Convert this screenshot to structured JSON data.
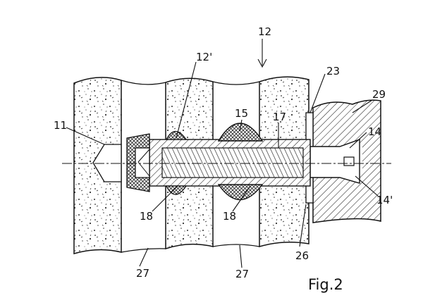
{
  "figure": {
    "caption": "Fig.2",
    "labels": {
      "l12": "12",
      "l12p": "12'",
      "l11": "11",
      "l15": "15",
      "l17": "17",
      "l23": "23",
      "l29": "29",
      "l14": "14",
      "l14p": "14'",
      "l18a": "18",
      "l18b": "18",
      "l26": "26",
      "l27a": "27",
      "l27b": "27"
    }
  }
}
